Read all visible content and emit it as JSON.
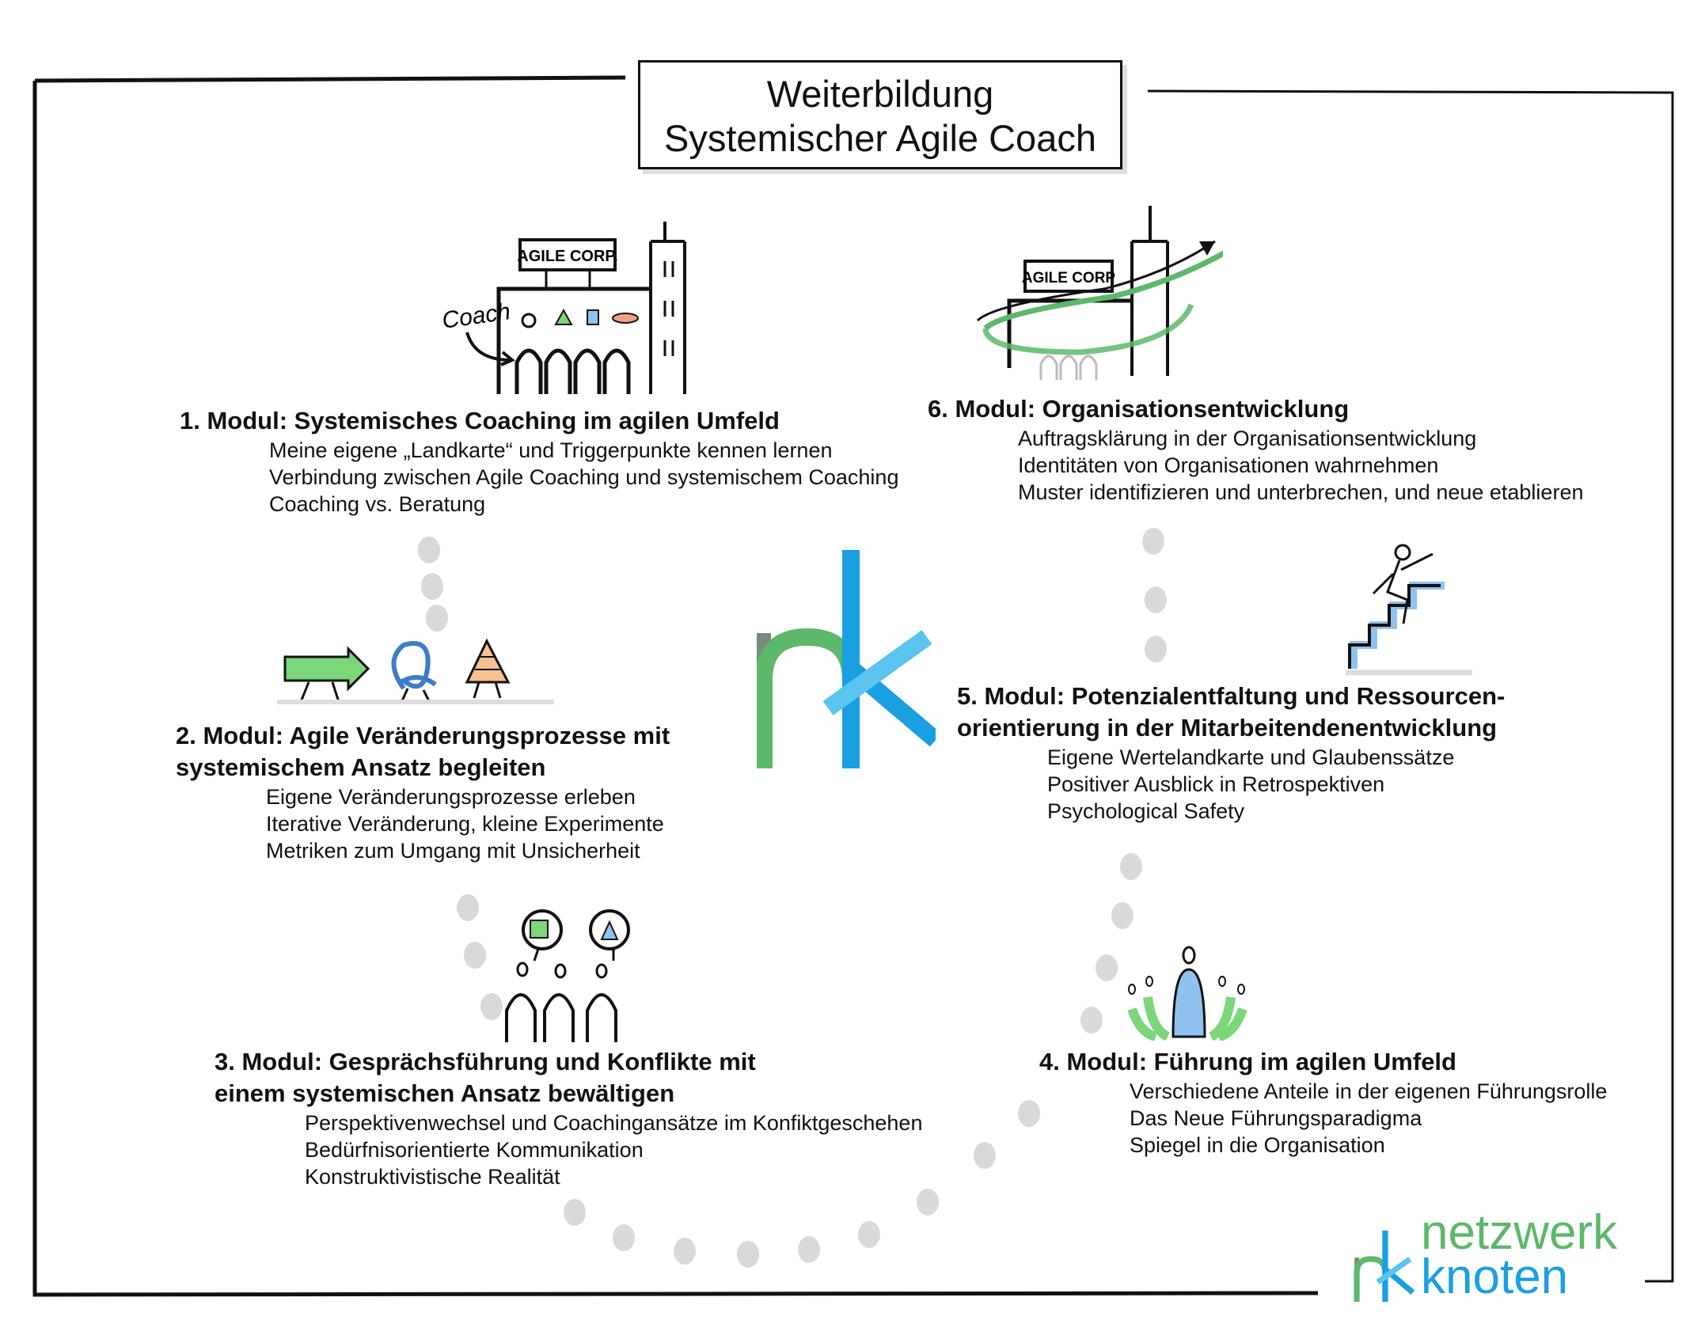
{
  "title": {
    "line1": "Weiterbildung",
    "line2": "Systemischer Agile Coach"
  },
  "modules": [
    {
      "id": "m1",
      "heading": [
        "1. Modul: Systemisches Coaching im agilen Umfeld"
      ],
      "items": [
        "Meine eigene „Landkarte“ und Triggerpunkte kennen lernen",
        "Verbindung zwischen Agile Coaching und systemischem Coaching",
        "Coaching vs. Beratung"
      ]
    },
    {
      "id": "m2",
      "heading": [
        "2. Modul: Agile Veränderungsprozesse mit",
        "systemischem Ansatz begleiten"
      ],
      "items": [
        "Eigene Veränderungsprozesse erleben",
        "Iterative Veränderung, kleine Experimente",
        "Metriken zum Umgang mit Unsicherheit"
      ]
    },
    {
      "id": "m3",
      "heading": [
        "3. Modul: Gesprächsführung und Konflikte mit",
        "einem systemischen Ansatz bewältigen"
      ],
      "items": [
        "Perspektivenwechsel und Coachingansätze im Konfiktgeschehen",
        "Bedürfnisorientierte Kommunikation",
        "Konstruktivistische Realität"
      ]
    },
    {
      "id": "m4",
      "heading": [
        "4. Modul: Führung im agilen Umfeld"
      ],
      "items": [
        "Verschiedene Anteile in der eigenen Führungsrolle",
        "Das Neue Führungsparadigma",
        "Spiegel in die Organisation"
      ]
    },
    {
      "id": "m5",
      "heading": [
        "5. Modul: Potenzialentfaltung und Ressourcen-",
        "orientierung in der Mitarbeitendenentwicklung"
      ],
      "items": [
        "Eigene Wertelandkarte und Glaubenssätze",
        "Positiver Ausblick in Retrospektiven",
        "Psychological Safety"
      ]
    },
    {
      "id": "m6",
      "heading": [
        "6. Modul: Organisationsentwicklung"
      ],
      "items": [
        "Auftragsklärung in der Organisationsentwicklung",
        "Identitäten von Organisationen wahrnehmen",
        "Muster identifizieren und unterbrechen, und neue etablieren"
      ]
    }
  ],
  "illustrations": {
    "agile_corp_sign": "AGILE CORP.",
    "coach_label": "Coach"
  },
  "brand": {
    "line1": "netzwerk",
    "line2": "knoten"
  },
  "colors": {
    "green": "#5cb86a",
    "blue": "#1a9fe0",
    "lightblue": "#5bc4ef",
    "grey": "#7a8a7a",
    "dot": "#d9d9d9"
  }
}
